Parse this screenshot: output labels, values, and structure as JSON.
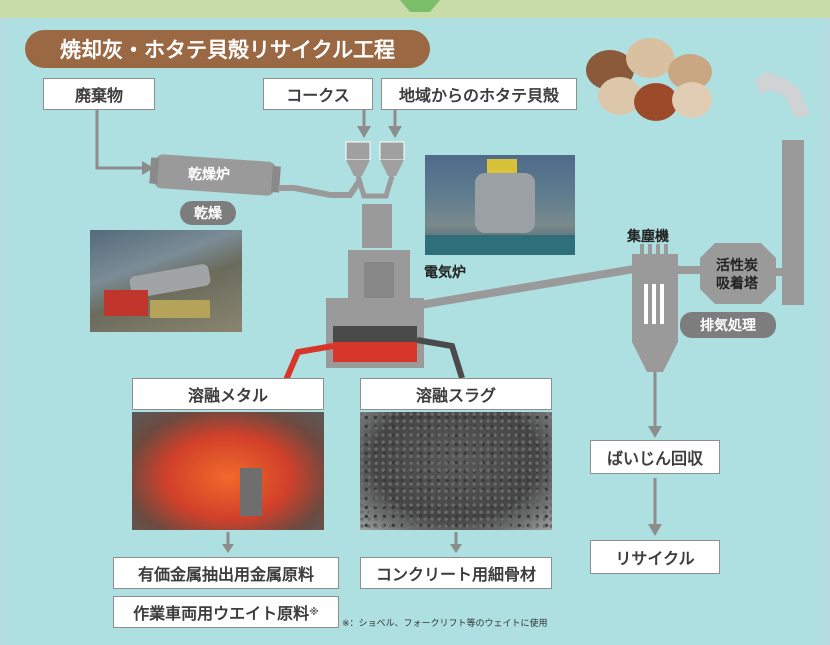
{
  "title": "焼却灰・ホタテ貝殻リサイクル工程",
  "inputs": {
    "waste": "廃棄物",
    "coke": "コークス",
    "shells": "地域からのホタテ貝殻"
  },
  "drying": {
    "kiln_label": "乾燥炉",
    "stage_label": "乾燥"
  },
  "furnace": {
    "label": "電気炉"
  },
  "exhaust": {
    "collector_label": "集塵機",
    "tower_label_1": "活性炭",
    "tower_label_2": "吸着塔",
    "stage_label": "排気処理"
  },
  "products": {
    "metal_header": "溶融メタル",
    "slag_header": "溶融スラグ",
    "metal_use_1": "有価金属抽出用金属原料",
    "metal_use_2": "作業車両用ウエイト原料",
    "metal_use_2_mark": "※",
    "slag_use": "コンクリート用細骨材",
    "dust_recovery": "ばいじん回収",
    "dust_recycle": "リサイクル"
  },
  "footnote": "※：ショベル、フォークリフト等のウェイトに使用",
  "colors": {
    "gray": "#9a9a9a",
    "red": "#d9362b",
    "title_bg": "#9b6844",
    "bg": "#aee0e2"
  }
}
